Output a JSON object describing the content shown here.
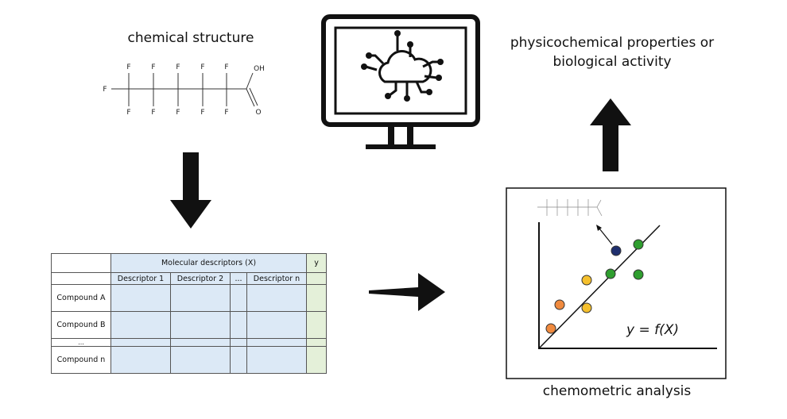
{
  "labels": {
    "chemical_structure": "chemical structure",
    "properties_line1": "physicochemical properties or",
    "properties_line2": "biological activity",
    "chemometric": "chemometric analysis"
  },
  "molecule": {
    "fluorine": "F",
    "hydroxyl": "OH",
    "oxygen": "O"
  },
  "table": {
    "group_header": "Molecular descriptors (X)",
    "y_header": "y",
    "descriptors": [
      "Descriptor 1",
      "Descriptor 2",
      "...",
      "Descriptor n"
    ],
    "rows": [
      "Compound A",
      "Compound B",
      "...",
      "Compound n"
    ],
    "colors": {
      "descriptor_fill": "#dce9f6",
      "y_fill": "#e4f0d9"
    }
  },
  "plot": {
    "equation": "y = f(X)",
    "point_colors": {
      "orange": "#f08a3e",
      "yellow": "#f5c02d",
      "green": "#2f9e2f",
      "navy": "#1f2f6e"
    }
  },
  "icons": [
    "monitor-icon",
    "cloud-network-icon",
    "arrow-down",
    "arrow-up",
    "arrow-right"
  ]
}
